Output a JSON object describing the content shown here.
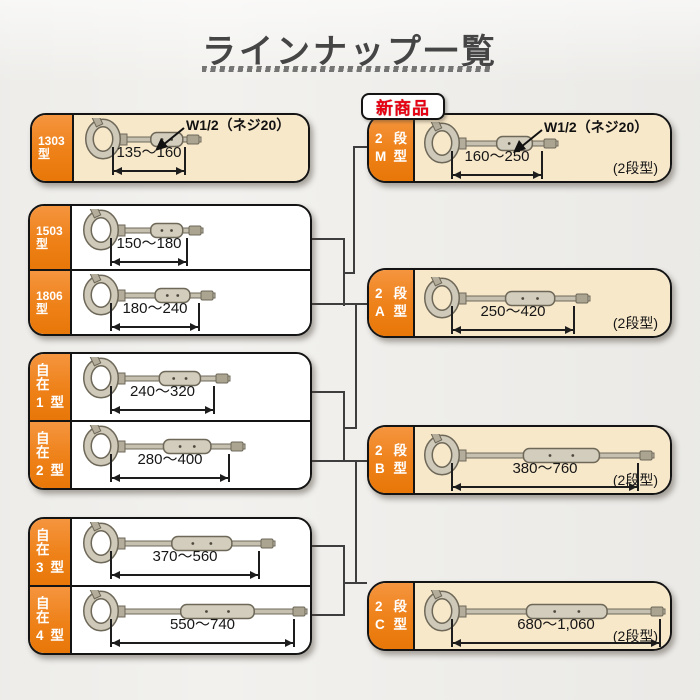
{
  "title": "ラインナップ一覧",
  "new_badge": "新商品",
  "screw_annotation": "W1/2（ネジ20）",
  "two_stage_note": "(2段型)",
  "left_column": [
    {
      "bg": "cream",
      "products": [
        {
          "name": "1303型",
          "label_lines": [
            "1303型"
          ],
          "range": "135～160",
          "range_max": 160,
          "has_screw_annotation": true
        }
      ]
    },
    {
      "bg": "white",
      "products": [
        {
          "name": "1503型",
          "label_lines": [
            "1503型"
          ],
          "range": "150～180",
          "range_max": 180
        },
        {
          "name": "1806型",
          "label_lines": [
            "1806型"
          ],
          "range": "180～240",
          "range_max": 240
        }
      ]
    },
    {
      "bg": "white",
      "products": [
        {
          "name": "自在1型",
          "label_lines": [
            "自 在",
            "1 型"
          ],
          "range": "240～320",
          "range_max": 320
        },
        {
          "name": "自在2型",
          "label_lines": [
            "自 在",
            "2 型"
          ],
          "range": "280～400",
          "range_max": 400
        }
      ]
    },
    {
      "bg": "white",
      "products": [
        {
          "name": "自在3型",
          "label_lines": [
            "自 在",
            "3 型"
          ],
          "range": "370～560",
          "range_max": 560
        },
        {
          "name": "自在4型",
          "label_lines": [
            "自 在",
            "4 型"
          ],
          "range": "550～740",
          "range_max": 740
        }
      ]
    }
  ],
  "right_column": [
    {
      "bg": "cream",
      "is_new": true,
      "products": [
        {
          "name": "2M段型",
          "label_lines": [
            "2 段",
            "M 型"
          ],
          "range": "160～250",
          "range_max": 250,
          "note": "(2段型)",
          "has_screw_annotation": true
        }
      ]
    },
    {
      "bg": "cream",
      "products": [
        {
          "name": "2A段型",
          "label_lines": [
            "2 段",
            "A 型"
          ],
          "range": "250～420",
          "range_max": 420,
          "note": "(2段型)"
        }
      ]
    },
    {
      "bg": "cream",
      "products": [
        {
          "name": "2B段型",
          "label_lines": [
            "2 段",
            "B 型"
          ],
          "range": "380～760",
          "range_max": 760,
          "note": "(2段型)"
        }
      ]
    },
    {
      "bg": "cream",
      "products": [
        {
          "name": "2C段型",
          "label_lines": [
            "2 段",
            "C 型"
          ],
          "range": "680～1,060",
          "range_max": 1060,
          "note": "(2段型)"
        }
      ]
    }
  ],
  "colors": {
    "background": "#f2f1ee",
    "accent_orange": "#ee8118",
    "card_cream": "#f8e8ca",
    "card_white": "#ffffff",
    "card_border": "#141414",
    "connector_line": "#3e3e3e",
    "badge_red": "#e60012",
    "title_gray": "#454545",
    "metal_light": "#cfc9ba",
    "metal_dark": "#6e6859"
  }
}
